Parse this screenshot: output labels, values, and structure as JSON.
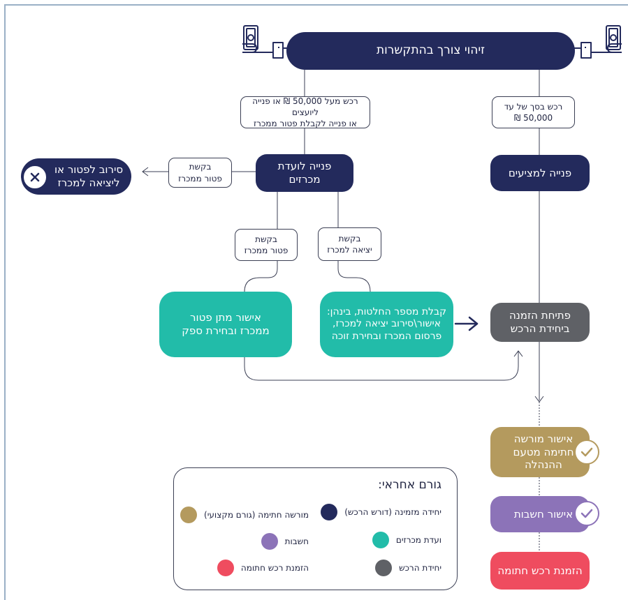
{
  "diagram": {
    "top_process": "זיהוי צורך בהתקשרות",
    "branch_labels": {
      "over_50000": "רכש מעל 50,000 ₪ או פנייה ליועצים\nאו פנייה לקבלת פטור ממכרז",
      "up_to_50000": "רכש בסך של עד\n50,000 ₪",
      "exemption_request_left": "בקשת\nפטור ממכרז",
      "exemption_request": "בקשת\nפטור ממכרז",
      "tender_request": "בקשת\nיציאה למכרז"
    },
    "nodes": {
      "tender_committee": "פנייה לועדת\nמכרזים",
      "bidders_request": "פנייה למציעים",
      "refusal": "סירוב לפטור או\nליציאה למכרז",
      "exemption_approval": "אישור מתן פטור\nממכרז ובחירת ספק",
      "decisions": "קבלת מספר החלטות, בינהן:\nאישור\\סירוב יציאה למכרז,\nפרסום המכרז ובחירת זוכה",
      "open_order": "פתיחת הזמנה\nביחידת הרכש",
      "signatory_approval": "אישור מורשה\nחתימה מטעם\nההנהלה",
      "accounting_approval": "אישור חשבות",
      "signed_order": "הזמנת רכש חתומה"
    }
  },
  "legend": {
    "title": "גורם אחראי:",
    "items": [
      {
        "label": "יחידה מזמינה (דורש הרכש)",
        "color": "#232a5c"
      },
      {
        "label": "מורשה חתימה (גורם מקצועי)",
        "color": "#b49a5e"
      },
      {
        "label": "ועדת מכרזים",
        "color": "#22bca9"
      },
      {
        "label": "חשבות",
        "color": "#8c73b8"
      },
      {
        "label": "יחידת הרכש",
        "color": "#5f6166"
      },
      {
        "label": "הזמנת רכש חתומה",
        "color": "#ef4c5f"
      }
    ]
  },
  "icons": {
    "handshake_left": "hand-with-banknote-icon",
    "handshake_right": "hand-with-banknote-icon",
    "refusal": "x-icon",
    "approval": "checkmark-icon"
  }
}
